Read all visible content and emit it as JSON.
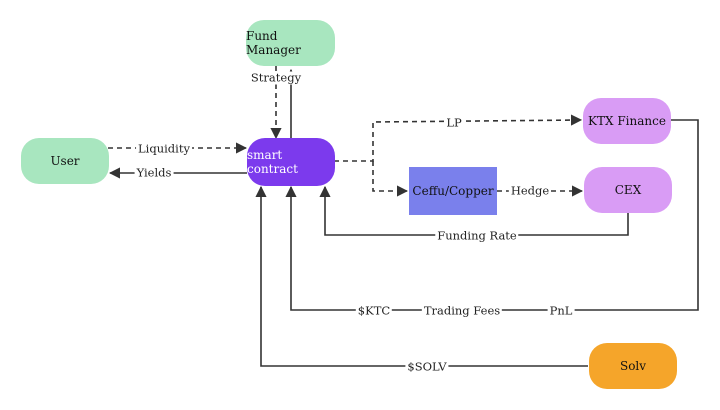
{
  "nodes": {
    "fund_manager": "Fund Manager",
    "user": "User",
    "smart_contract": "smart contract",
    "ktx_finance": "KTX Finance",
    "ceffu_copper": "Ceffu/Copper",
    "cex": "CEX",
    "solv": "Solv"
  },
  "edges": {
    "strategy": "Strategy",
    "liquidity": "Liquidity",
    "yields": "Yields",
    "lp": "LP",
    "hedge": "Hedge",
    "funding_rate": "Funding Rate",
    "ktc": "$KTC",
    "trading_fees": "Trading Fees",
    "pnl": "PnL",
    "solv_token": "$SOLV"
  },
  "colors": {
    "green": "#a8e6bf",
    "purple_dark": "#7c3aed",
    "purple_light": "#d99cf5",
    "blue": "#7a80ec",
    "orange": "#f5a52a",
    "line": "#333333"
  }
}
